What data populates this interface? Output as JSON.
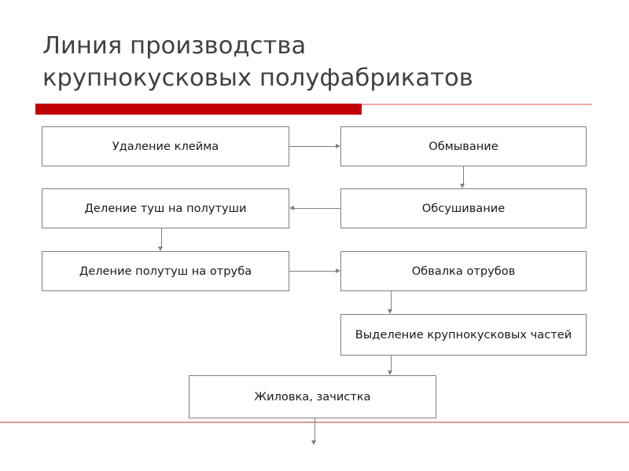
{
  "slide": {
    "title_line1": "Линия производства",
    "title_line2": "крупнокусковых полуфабрикатов",
    "title_full": "Линия производства\nкрупнокусковых полуфабрикатов"
  },
  "theme": {
    "accent_bar_color": "#c00000",
    "accent_thin_color": "#e8a9a6",
    "footer_rule_color": "#d99b99",
    "box_border_color": "#7f7f7f",
    "connector_color": "#808080",
    "title_color": "#404040",
    "box_text_color": "#1a1a1a",
    "background_color": "#ffffff"
  },
  "flowchart": {
    "type": "process-flow",
    "nodes": [
      {
        "id": "n1",
        "label": "Удаление клейма",
        "column": "left",
        "row": 1
      },
      {
        "id": "n2",
        "label": "Обмывание",
        "column": "right",
        "row": 1
      },
      {
        "id": "n3",
        "label": "Деление туш на полутуши",
        "column": "left",
        "row": 2
      },
      {
        "id": "n4",
        "label": "Обсушивание",
        "column": "right",
        "row": 2
      },
      {
        "id": "n5",
        "label": "Деление полутуш на отруба",
        "column": "left",
        "row": 3
      },
      {
        "id": "n6",
        "label": "Обвалка отрубов",
        "column": "right",
        "row": 3
      },
      {
        "id": "n7",
        "label": "Выделение крупнокусковых частей",
        "column": "right",
        "row": 4
      },
      {
        "id": "n8",
        "label": "Жиловка, зачистка",
        "column": "center",
        "row": 5
      }
    ],
    "edges": [
      {
        "from": "n1",
        "to": "n2",
        "direction": "right"
      },
      {
        "from": "n2",
        "to": "n4",
        "direction": "down"
      },
      {
        "from": "n4",
        "to": "n3",
        "direction": "left"
      },
      {
        "from": "n3",
        "to": "n5",
        "direction": "down"
      },
      {
        "from": "n5",
        "to": "n6",
        "direction": "right"
      },
      {
        "from": "n6",
        "to": "n7",
        "direction": "down"
      },
      {
        "from": "n7",
        "to": "n8",
        "direction": "down"
      },
      {
        "from": "n8",
        "to": "continues-below",
        "direction": "down"
      }
    ]
  }
}
